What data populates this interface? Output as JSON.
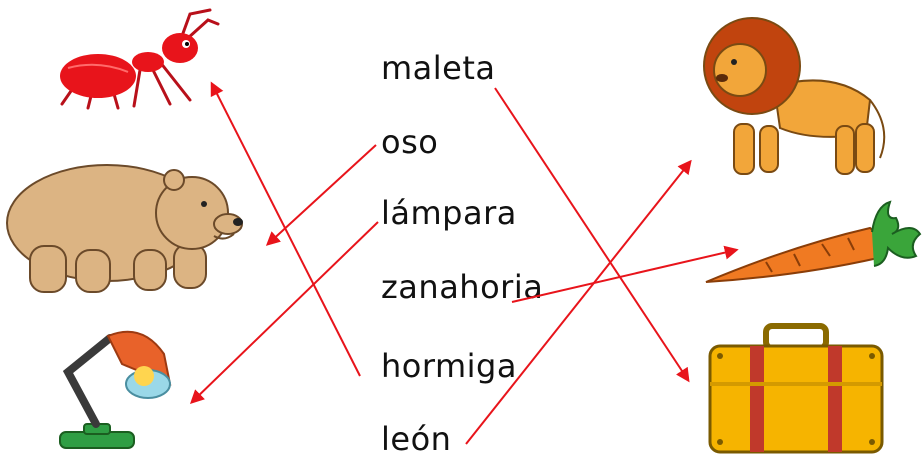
{
  "worksheet": {
    "words": [
      {
        "id": "maleta",
        "text": "maleta"
      },
      {
        "id": "oso",
        "text": "oso"
      },
      {
        "id": "lampara",
        "text": "lámpara"
      },
      {
        "id": "zanahoria",
        "text": "zanahoria"
      },
      {
        "id": "hormiga",
        "text": "hormiga"
      },
      {
        "id": "leon",
        "text": "león"
      }
    ],
    "pictures": {
      "left": [
        "ant-icon",
        "bear-icon",
        "desk-lamp-icon"
      ],
      "right": [
        "lion-icon",
        "carrot-icon",
        "suitcase-icon"
      ]
    },
    "matches": [
      {
        "word": "maleta",
        "picture": "suitcase-icon"
      },
      {
        "word": "oso",
        "picture": "bear-icon"
      },
      {
        "word": "lampara",
        "picture": "desk-lamp-icon"
      },
      {
        "word": "zanahoria",
        "picture": "carrot-icon"
      },
      {
        "word": "hormiga",
        "picture": "ant-icon"
      },
      {
        "word": "leon",
        "picture": "lion-icon"
      }
    ],
    "colors": {
      "line": "#e8141b",
      "text": "#111111"
    }
  }
}
